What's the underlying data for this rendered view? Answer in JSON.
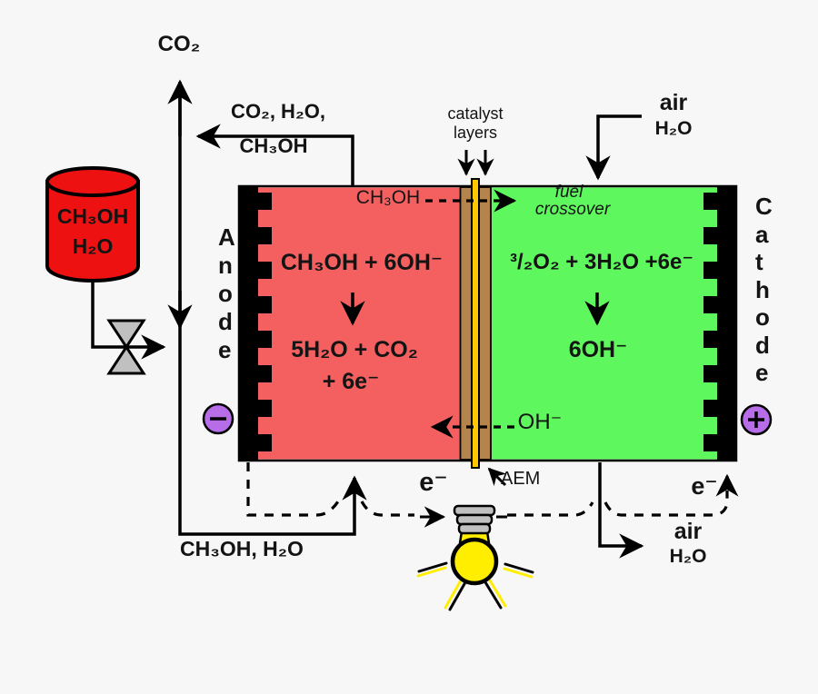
{
  "colors": {
    "background": "#f7f7f7",
    "red_cell": "#f4605f",
    "green_cell": "#5ef75e",
    "tank_red": "#ee1111",
    "membrane_yellow": "#ffc800",
    "catalyst_brown": "#b5834c",
    "electrode_black": "#000000",
    "terminal_purple": "#b76ce8",
    "bulb_yellow": "#ffee00",
    "metal_gray": "#c0c0c0"
  },
  "tank": {
    "line1": "CH₃OH",
    "line2": "H₂O"
  },
  "streams": {
    "co2_outlet": "CO₂",
    "recycle_line1": "CO₂, H₂O,",
    "recycle_line2": "CH₃OH",
    "feed_bottom": "CH₃OH, H₂O",
    "air_in_line1": "air",
    "air_in_line2": "H₂O",
    "air_out_line1": "air",
    "air_out_line2": "H₂O"
  },
  "cell": {
    "anode_label": "Anode",
    "cathode_label": "Cathode",
    "catalyst_line1": "catalyst",
    "catalyst_line2": "layers",
    "membrane_label": "AEM",
    "crossover_species": "CH₃OH",
    "crossover_line1": "fuel",
    "crossover_line2": "crossover",
    "anode_reaction": {
      "reactants": "CH₃OH + 6OH⁻",
      "products_line1": "5H₂O + CO₂",
      "products_line2": "+ 6e⁻"
    },
    "cathode_reaction": {
      "reactants": "³/₂O₂ + 3H₂O +6e⁻",
      "products": "6OH⁻"
    },
    "ion": "OH⁻"
  },
  "circuit": {
    "electron_left": "e⁻",
    "electron_right": "e⁻"
  }
}
